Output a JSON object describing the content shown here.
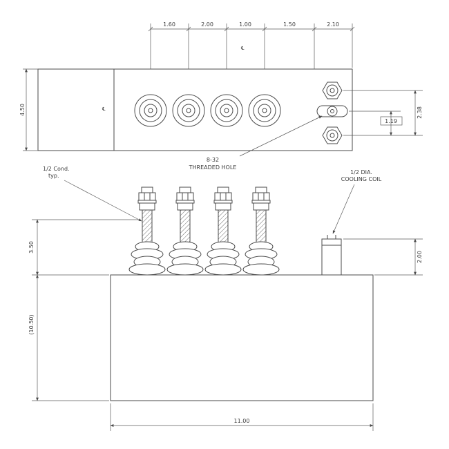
{
  "top_view": {
    "dims_top": [
      "1.60",
      "2.00",
      "1.00",
      "1.50",
      "2.10"
    ],
    "dim_height": "4.50",
    "dim_hole_span": "2.38",
    "dim_hole_half": "1.19",
    "threaded_hole_label_1": "8-32",
    "threaded_hole_label_2": "THREADED HOLE",
    "centerline": "℄"
  },
  "front_view": {
    "conductor_label_1": "1/2 Cond.",
    "conductor_label_2": "typ.",
    "cooling_coil_label_1": "1/2 DIA.",
    "cooling_coil_label_2": "COOLING COIL",
    "dim_bushing_height": "3.50",
    "dim_tank_height": "(10.50)",
    "dim_coil_height": "2.00",
    "dim_width": "11.00"
  }
}
